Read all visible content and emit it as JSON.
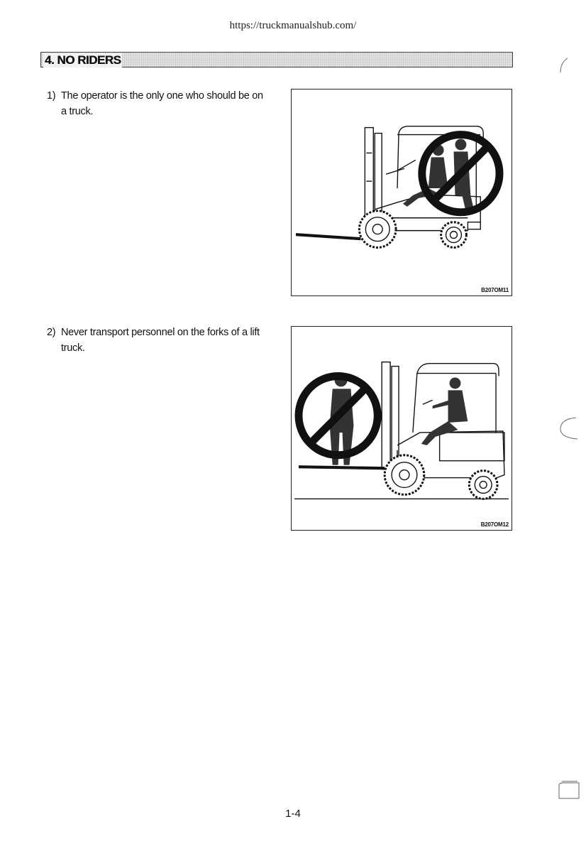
{
  "header": {
    "url": "https://truckmanualshub.com/"
  },
  "section": {
    "title": "4. NO RIDERS"
  },
  "items": [
    {
      "number": "1)",
      "text": "The operator is the only one who should be on a truck.",
      "figure_code": "B207OM11"
    },
    {
      "number": "2)",
      "text": "Never transport personnel on the forks of a lift truck.",
      "figure_code": "B207OM12"
    }
  ],
  "footer": {
    "page_number": "1-4"
  }
}
